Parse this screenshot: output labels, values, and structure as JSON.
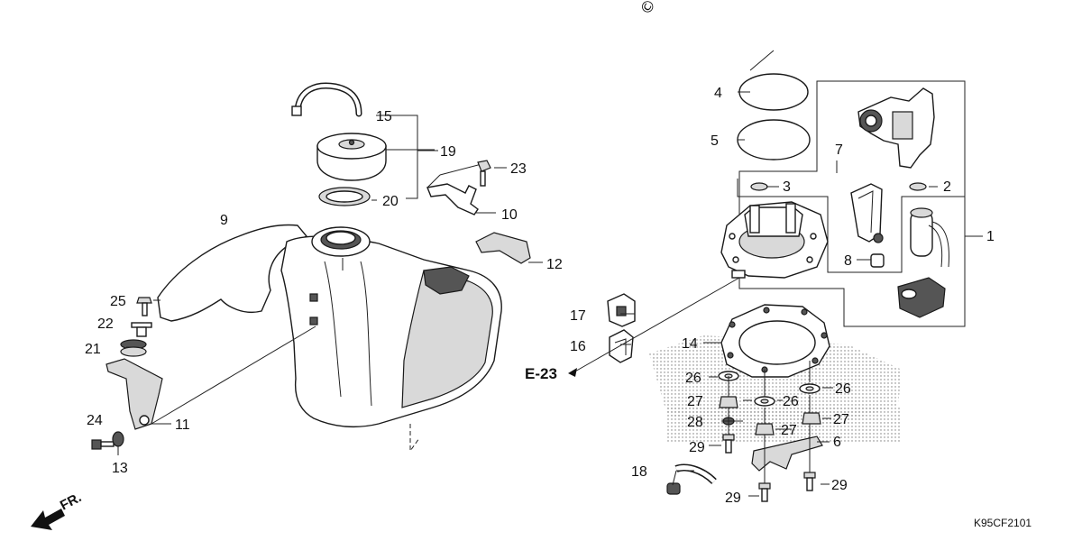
{
  "copyright_mark": "©",
  "diagram_code": "K95CF2101",
  "front_indicator": "FR.",
  "reference_label": "E-23",
  "labels": {
    "l1": "1",
    "l2": "2",
    "l3": "3",
    "l4": "4",
    "l5": "5",
    "l6": "6",
    "l7": "7",
    "l8": "8",
    "l9": "9",
    "l10": "10",
    "l11": "11",
    "l12": "12",
    "l13": "13",
    "l14": "14",
    "l15": "15",
    "l16": "16",
    "l17": "17",
    "l18": "18",
    "l19": "19",
    "l20": "20",
    "l21": "21",
    "l22": "22",
    "l23": "23",
    "l24": "24",
    "l25": "25",
    "l26a": "26",
    "l26b": "26",
    "l26c": "26",
    "l27a": "27",
    "l27b": "27",
    "l27c": "27",
    "l28": "28",
    "l29a": "29",
    "l29b": "29",
    "l29c": "29"
  }
}
